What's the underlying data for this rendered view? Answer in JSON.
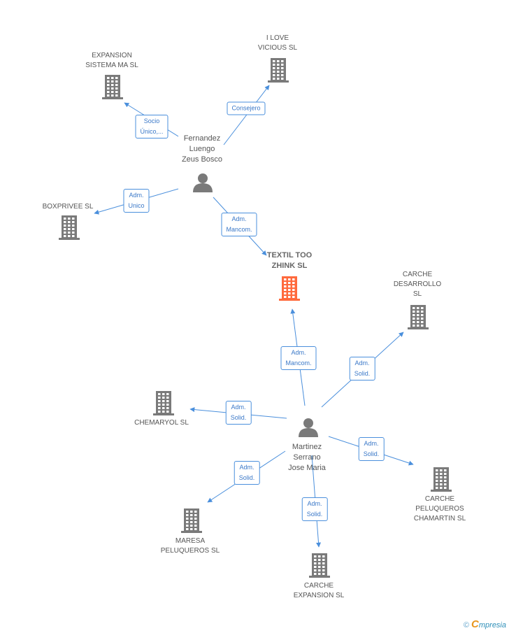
{
  "colors": {
    "edge": "#4a8fdc",
    "building": "#7a7a7a",
    "focus": "#ff6a3d",
    "person": "#7a7a7a"
  },
  "nodes": [
    {
      "id": "textil",
      "type": "company",
      "focus": true,
      "label": "TEXTIL TOO\nZHINK SL"
    },
    {
      "id": "fernandez",
      "type": "person",
      "label": "Fernandez\nLuengo\nZeus Bosco"
    },
    {
      "id": "martinez",
      "type": "person",
      "label": "Martinez\nSerrano\nJose Maria"
    },
    {
      "id": "expansion",
      "type": "company",
      "label": "EXPANSION\nSISTEMA MA SL"
    },
    {
      "id": "ilove",
      "type": "company",
      "label": "I LOVE\nVICIOUS SL"
    },
    {
      "id": "boxprivee",
      "type": "company",
      "label": "BOXPRIVEE SL"
    },
    {
      "id": "carche_des",
      "type": "company",
      "label": "CARCHE\nDESARROLLO\nSL"
    },
    {
      "id": "chemaryol",
      "type": "company",
      "label": "CHEMARYOL SL"
    },
    {
      "id": "carche_pel",
      "type": "company",
      "label": "CARCHE\nPELUQUEROS\nCHAMARTIN SL"
    },
    {
      "id": "maresa",
      "type": "company",
      "label": "MARESA\nPELUQUEROS SL"
    },
    {
      "id": "carche_exp",
      "type": "company",
      "label": "CARCHE\nEXPANSION  SL"
    }
  ],
  "edges": [
    {
      "from": "fernandez",
      "to": "expansion",
      "label": "Socio\nÚnico,..."
    },
    {
      "from": "fernandez",
      "to": "ilove",
      "label": "Consejero"
    },
    {
      "from": "fernandez",
      "to": "boxprivee",
      "label": "Adm.\nUnico"
    },
    {
      "from": "fernandez",
      "to": "textil",
      "label": "Adm.\nMancom."
    },
    {
      "from": "martinez",
      "to": "textil",
      "label": "Adm.\nMancom."
    },
    {
      "from": "martinez",
      "to": "carche_des",
      "label": "Adm.\nSolid."
    },
    {
      "from": "martinez",
      "to": "chemaryol",
      "label": "Adm.\nSolid."
    },
    {
      "from": "martinez",
      "to": "carche_pel",
      "label": "Adm.\nSolid."
    },
    {
      "from": "martinez",
      "to": "maresa",
      "label": "Adm.\nSolid."
    },
    {
      "from": "martinez",
      "to": "carche_exp",
      "label": "Adm.\nSolid."
    }
  ],
  "footer": {
    "copyright": "©",
    "brand_initial": "C",
    "brand_rest": "mpresia"
  }
}
